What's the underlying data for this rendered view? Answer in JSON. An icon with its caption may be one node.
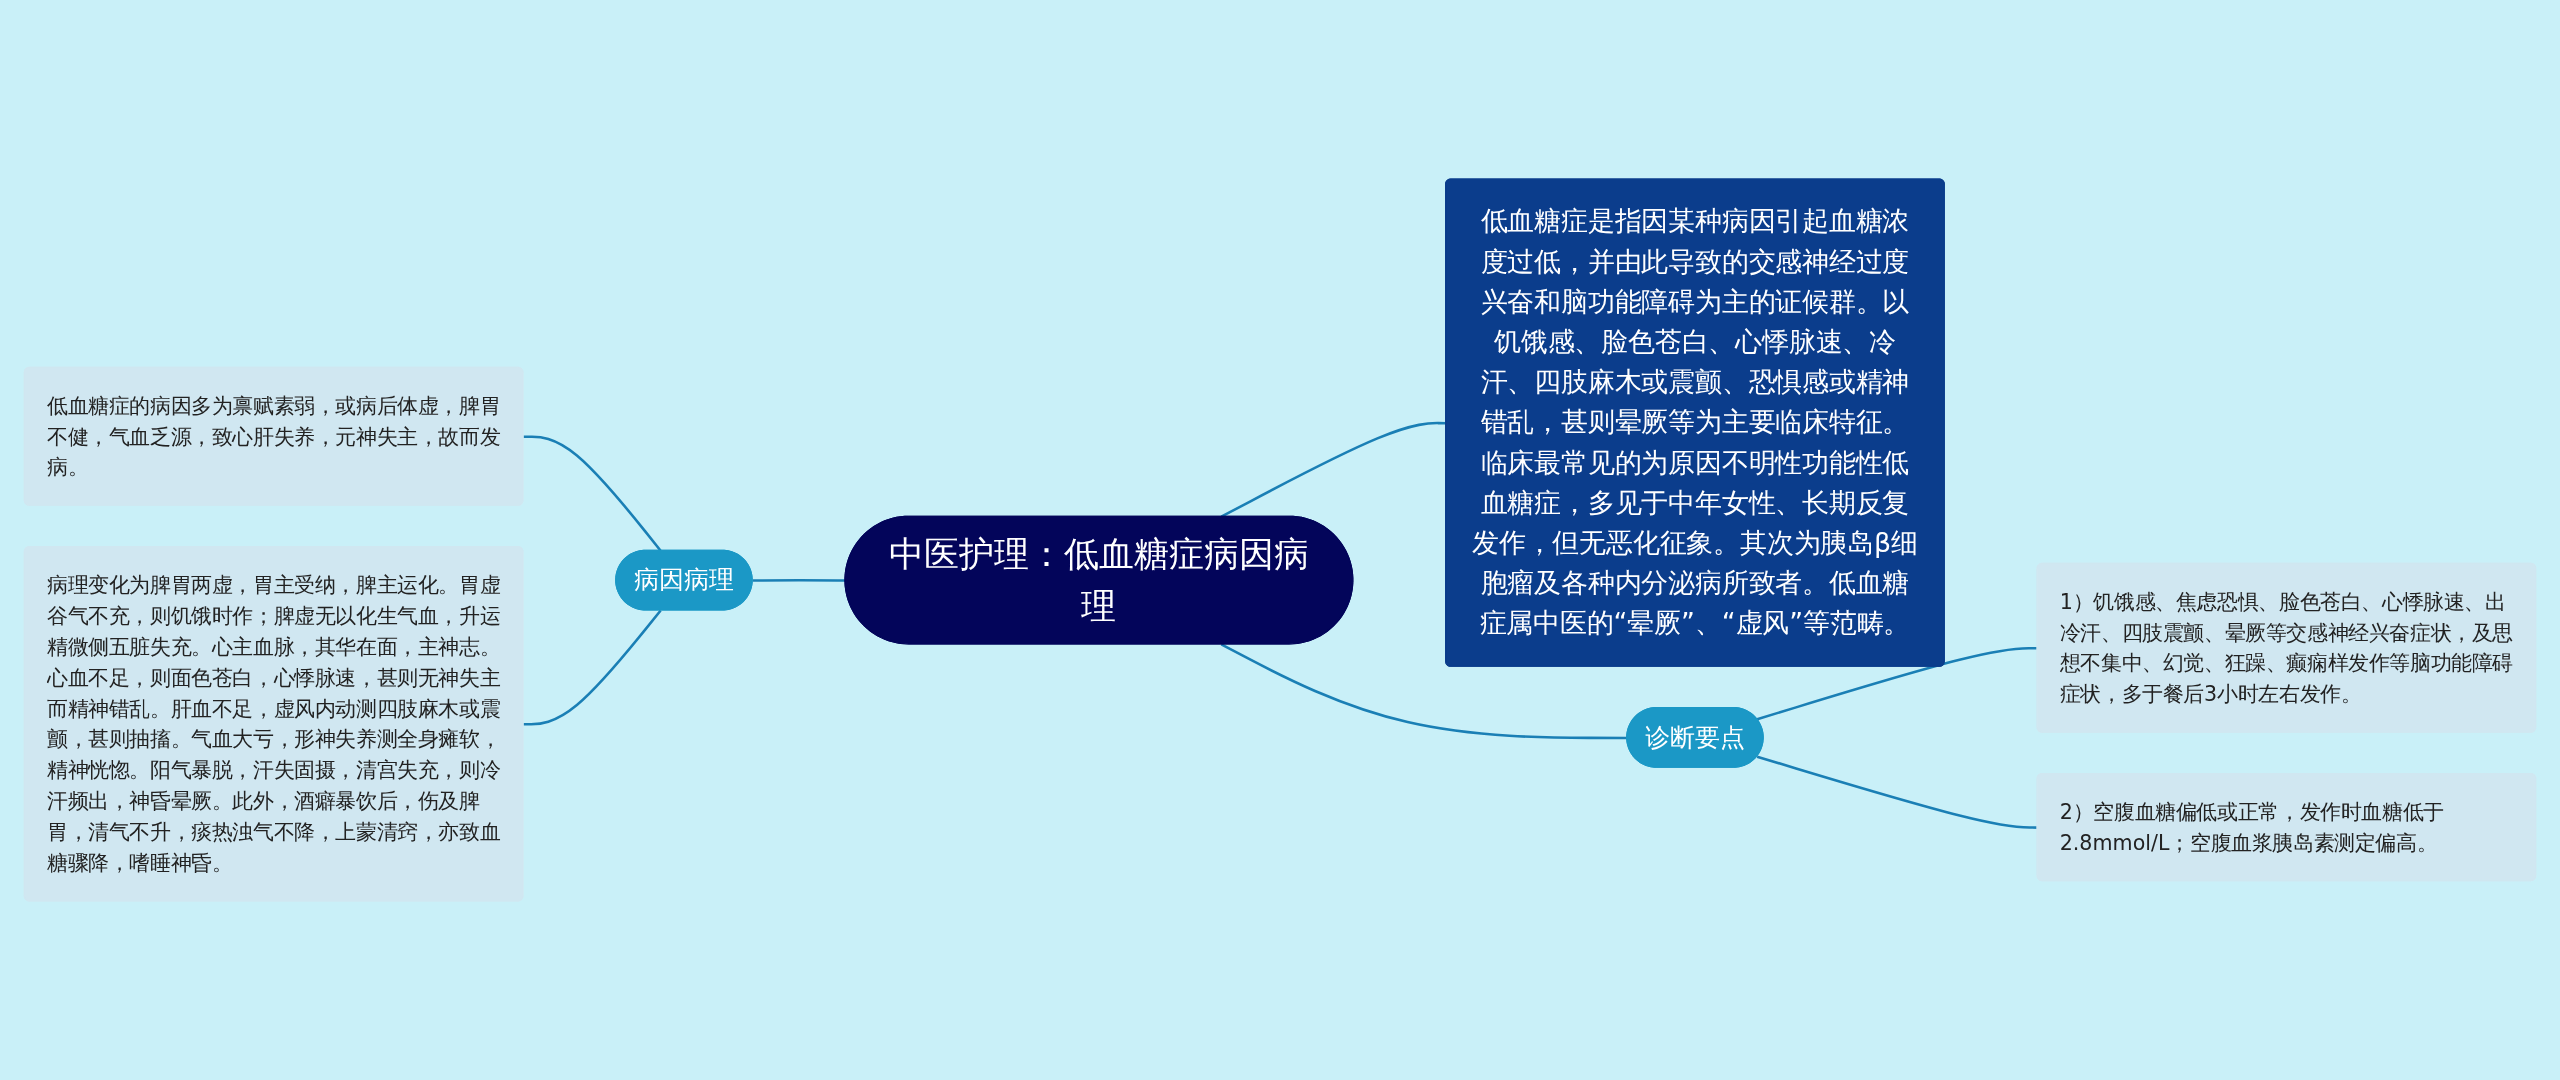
{
  "diagram": {
    "nodes": [
      {
        "text": [
          "中医护理：低血糖症病因病理"
        ]
      },
      {
        "text": [
          "低血糖症是指因某种病因引起血糖浓度过低，并由此导致的交感神经过度兴奋和脑功能障碍为主的证候群。以饥饿感、脸色苍白、心悸脉速、冷汗、四肢麻木或震颤、恐惧感或精神错乱，甚则晕厥等为主要临床特征。临床最常见的为原因不明性功能性低血糖症，多见于中年女性、长期反复发作，但无恶化征象。其次为胰岛β细胞瘤及各种内分泌病所致者。低血糖症属中医的“晕厥”、“虚风”等范畴。"
        ]
      },
      {
        "text": [
          "病因病理"
        ]
      },
      {
        "text": [
          "低血糖症的病因多为禀赋素弱，或病后体虚，脾胃不健，气血乏源，致心肝失养，元神失主，故而发病。"
        ]
      },
      {
        "text": [
          "病理变化为脾胃两虚，胃主受纳，脾主运化。胃虚谷气不充，则饥饿时作；脾虚无以化生气血，升运精微侧五脏失充。心主血脉，其华在面，主神志。心血不足，则面色苍白，心悸脉速，甚则无神失主而精神错乱。肝血不足，虚风内动测四肢麻木或震颤，甚则抽搐。气血大亏，形神失养测全身瘫软，精神恍惚。阳气暴脱，汗失固摄，清宫失充，则冷汗频出，神昏晕厥。此外，酒癖暴饮后，伤及脾胃，清气不升，痰热浊气不降，上蒙清窍，亦致血糖骤降，嗜睡神昏。"
        ]
      },
      {
        "text": [
          "诊断要点"
        ]
      },
      {
        "text": [
          "1）饥饿感、焦虑恐惧、脸色苍白、心悸脉速、出冷汗、四肢震颤、晕厥等交感神经兴奋症状，及思想不集中、幻觉、狂躁、癫痫样发作等脑功能障碍症状，多于餐后3小时左右发作。"
        ]
      },
      {
        "text": [
          "2）空腹血糖偏低或正常，发作时血糖低于2.8mmol/L；空腹血浆胰岛素测定偏高。"
        ]
      }
    ],
    "edges": [
      {
        "from": 0,
        "to": 1,
        "arrow": "none"
      },
      {
        "from": 2,
        "to": 0,
        "arrow": "none"
      },
      {
        "from": 3,
        "to": 2,
        "arrow": "none"
      },
      {
        "from": 4,
        "to": 2,
        "arrow": "none"
      },
      {
        "from": 0,
        "to": 5,
        "arrow": "none"
      },
      {
        "from": 5,
        "to": 6,
        "arrow": "none"
      },
      {
        "from": 5,
        "to": 7,
        "arrow": "none"
      }
    ]
  }
}
